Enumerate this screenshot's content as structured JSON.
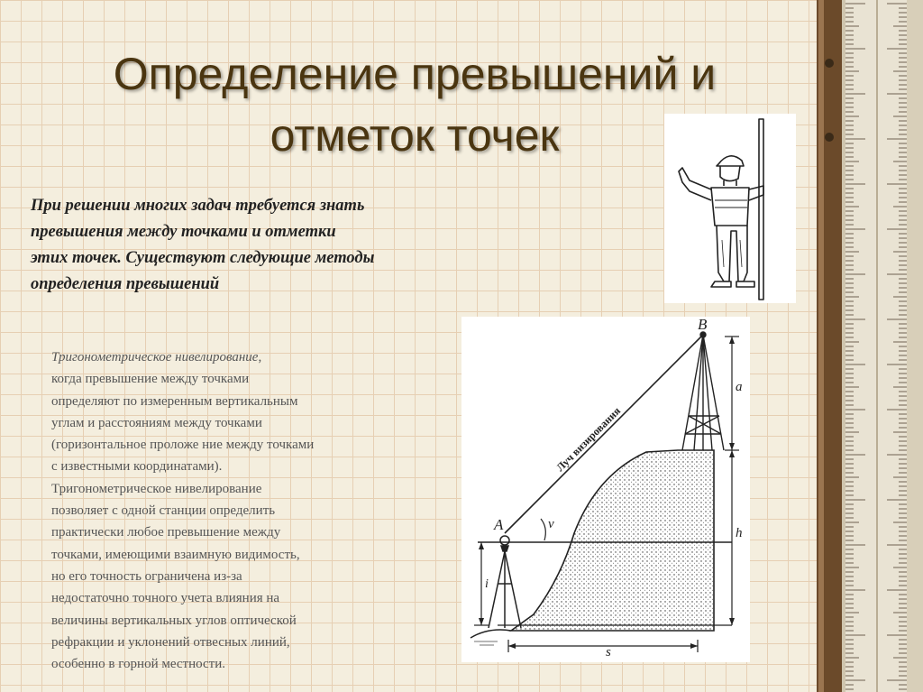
{
  "slide": {
    "title_lines": [
      "Определение превышений и",
      "отметок точек"
    ],
    "intro_lines": [
      "При решении многих задач требуется знать",
      "превышения между точками и отметки",
      "этих точек. Существуют следующие методы",
      "определения превышений"
    ],
    "body": {
      "term": "Тригонометрическое нивелирование",
      "first_line_rest": ",",
      "lines": [
        "когда превышение между точками",
        "определяют по измеренным вертикальным",
        "углам и расстояниям между точками",
        "(горизонтальное проложе ние между точками",
        "с известными координатами).",
        "Тригонометрическое нивелирование",
        "позволяет с одной станции определить",
        "практически любое превышение между",
        "точками, имеющими взаимную видимость,",
        "но его точность ограничена из-за",
        "недостаточно точного учета влияния на",
        "величины вертикальных углов оптической",
        "рефракции и уклонений отвесных линий,",
        "особенно в горной местности."
      ]
    }
  },
  "diagram": {
    "point_a": "A",
    "point_b": "B",
    "sight_ray_label": "Луч визирования",
    "angle_label": "ν",
    "height_i": "i",
    "height_h": "h",
    "height_a": "a",
    "distance_s": "s"
  }
}
